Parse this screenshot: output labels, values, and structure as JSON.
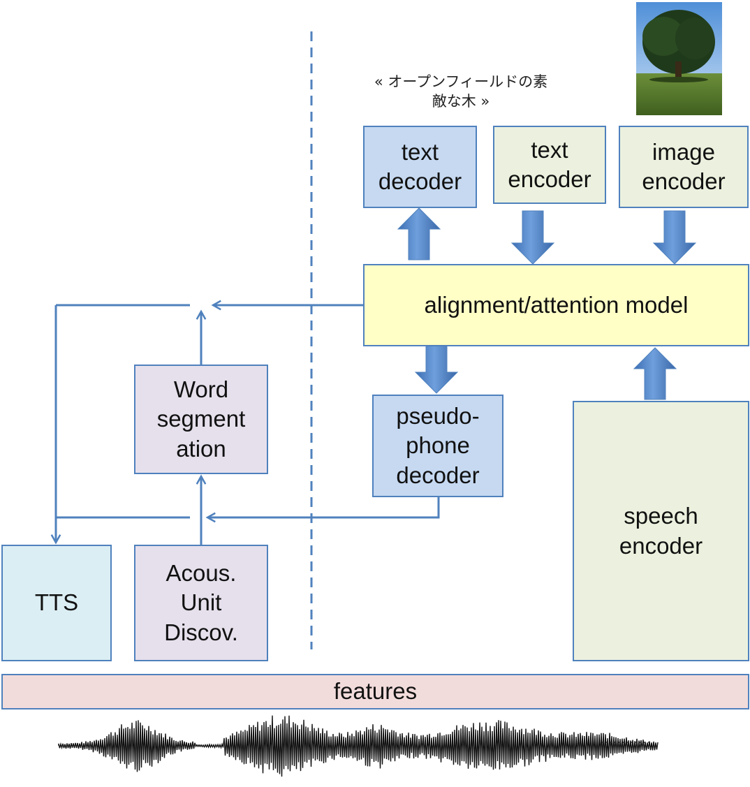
{
  "caption": {
    "line1": "« オープンフィールドの素",
    "line2": "敵な木 »"
  },
  "image": {
    "subject": "tree-in-open-field-photo"
  },
  "boxes": {
    "text_decoder": "text\ndecoder",
    "text_encoder": "text\nencoder",
    "image_encoder": "image\nencoder",
    "alignment_model": "alignment/attention model",
    "pseudo_phone_decoder": "pseudo-\nphone\ndecoder",
    "word_segmentation": "Word\nsegment\nation",
    "speech_encoder": "speech\nencoder",
    "tts": "TTS",
    "acoustic_unit_discovery": "Acous.\nUnit\nDiscov.",
    "features": "features"
  },
  "colors": {
    "border": "#4f81bd",
    "blue_box": "#c6d9f1",
    "green_box": "#ebf1de",
    "yellow_box": "#ffffc6",
    "lavender_box": "#e6e0ec",
    "tts_box": "#dbeef4",
    "features_bar": "#f2dcdb",
    "arrow": "#4f81bd"
  }
}
